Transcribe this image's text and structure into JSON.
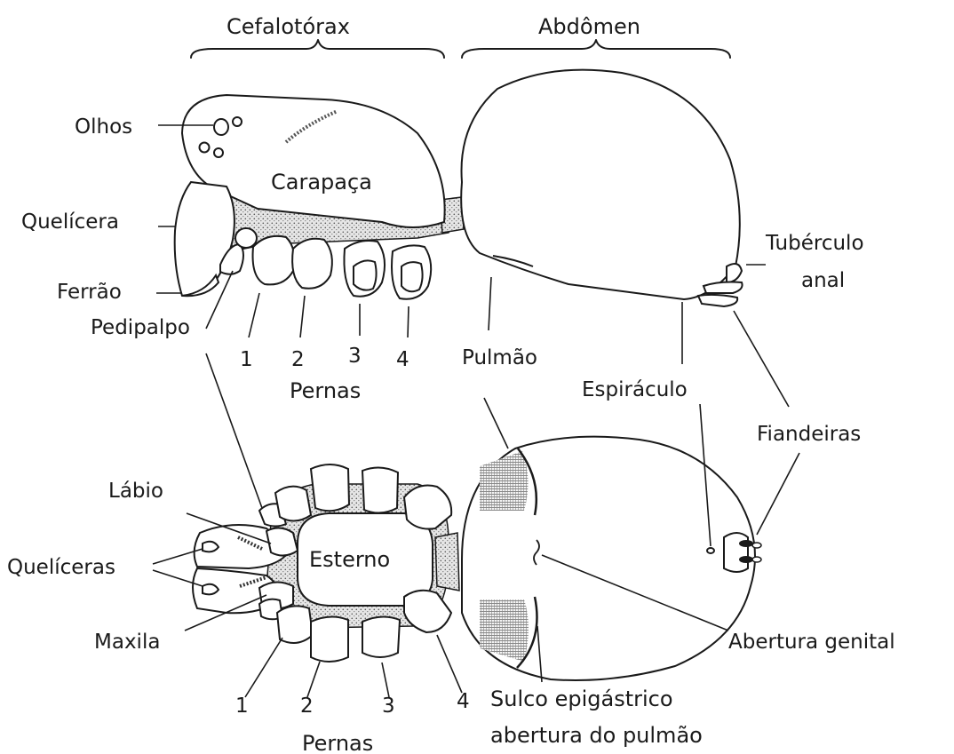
{
  "labels": {
    "cefalotorax": "Cefalotórax",
    "abdomen": "Abdômen",
    "olhos": "Olhos",
    "carapaca": "Carapaça",
    "quelicera": "Quelícera",
    "ferrao": "Ferrão",
    "pedipalpo": "Pedipalpo",
    "tuberculo_anal_1": "Tubérculo",
    "tuberculo_anal_2": "anal",
    "pulmao": "Pulmão",
    "espiraculo": "Espiráculo",
    "fiandeiras": "Fiandeiras",
    "pernas_top": "Pernas",
    "labio": "Lábio",
    "queliceras": "Quelíceras",
    "esterno": "Esterno",
    "maxila": "Maxila",
    "abertura_genital": "Abertura genital",
    "sulco_1": "Sulco epigástrico",
    "sulco_2": "abertura do pulmão",
    "pernas_bottom": "Pernas"
  },
  "leg_numbers_top": [
    "1",
    "2",
    "3",
    "4"
  ],
  "leg_numbers_bottom": [
    "1",
    "2",
    "3",
    "4"
  ]
}
